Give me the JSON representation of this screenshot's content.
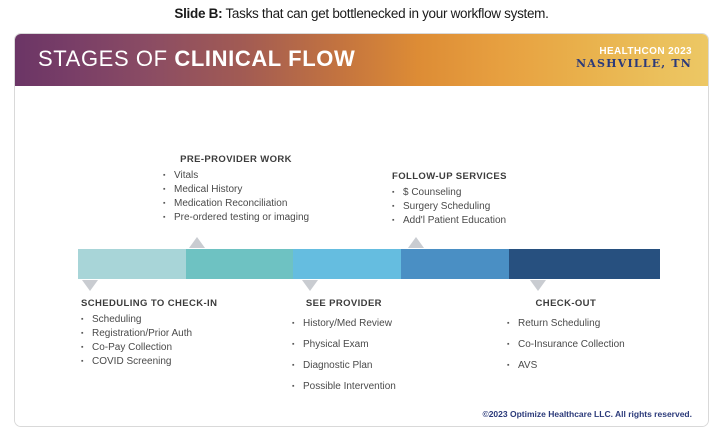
{
  "caption": {
    "lead": "Slide B:",
    "rest": " Tasks that can get bottlenecked in your workflow system."
  },
  "header": {
    "title_thin": "STAGES OF ",
    "title_bold": "CLINICAL FLOW",
    "logo_line1": "HEALTHCON 2023",
    "logo_line2": "NASHVILLE, TN",
    "gradient_start": "#6b3566",
    "gradient_mid": "#dd8c35",
    "gradient_end": "#edc865"
  },
  "stage_bar": {
    "segments": [
      {
        "name": "scheduling-to-check-in",
        "color": "#a8d5d8",
        "width_pct": 18.5
      },
      {
        "name": "pre-provider-work",
        "color": "#6ec2c2",
        "width_pct": 18.5
      },
      {
        "name": "see-provider",
        "color": "#65bde0",
        "width_pct": 18.5
      },
      {
        "name": "follow-up-services",
        "color": "#4a8fc4",
        "width_pct": 18.5
      },
      {
        "name": "check-out",
        "color": "#27507f",
        "width_pct": 26.0
      }
    ],
    "arrow_color": "#c9ccd1",
    "arrows_up": [
      174,
      393
    ],
    "arrows_down": [
      67,
      287,
      515
    ]
  },
  "blocks": {
    "pre_provider": {
      "title": "PRE-PROVIDER  WORK",
      "items": [
        "Vitals",
        "Medical History",
        "Medication Reconciliation",
        "Pre-ordered testing or imaging"
      ]
    },
    "follow_up": {
      "title": "FOLLOW-UP SERVICES",
      "items": [
        "$ Counseling",
        "Surgery Scheduling",
        "Add'l Patient Education"
      ]
    },
    "scheduling": {
      "title": "SCHEDULING TO CHECK-IN",
      "items": [
        "Scheduling",
        "Registration/Prior Auth",
        "Co-Pay Collection",
        "COVID Screening"
      ]
    },
    "see_provider": {
      "title": "SEE PROVIDER",
      "items": [
        "History/Med Review",
        "Physical Exam",
        "Diagnostic Plan",
        "Possible Intervention"
      ]
    },
    "check_out": {
      "title": "CHECK-OUT",
      "items": [
        "Return Scheduling",
        "Co-Insurance Collection",
        "AVS"
      ]
    }
  },
  "footer": {
    "copyright": "©2023 Optimize Healthcare LLC. All rights reserved."
  }
}
